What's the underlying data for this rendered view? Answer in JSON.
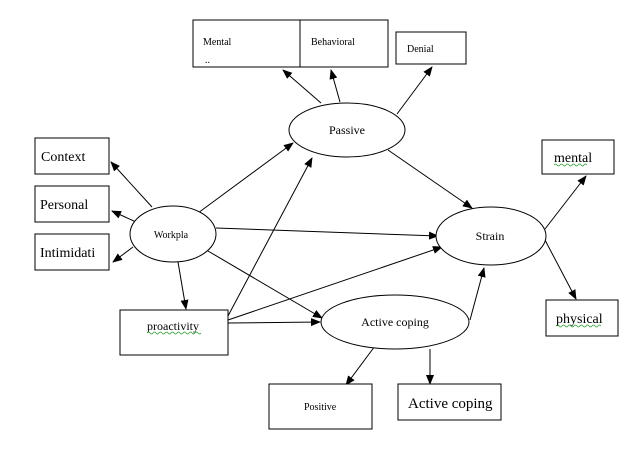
{
  "nodes": {
    "mental_box": {
      "label": "Mental",
      "sub": ".."
    },
    "behavioral_box": {
      "label": "Behavioral"
    },
    "denial_box": {
      "label": "Denial"
    },
    "passive": {
      "label": "Passive"
    },
    "context_box": {
      "label": "Context"
    },
    "personal_box": {
      "label": "Personal"
    },
    "intimidation_box": {
      "label": "Intimidati"
    },
    "workplace": {
      "label": "Workpla"
    },
    "strain": {
      "label": "Strain"
    },
    "mental_outcome_box": {
      "label": "mental"
    },
    "physical_outcome_box": {
      "label": "physical"
    },
    "proactivity_box": {
      "label": "proactivity"
    },
    "active_coping": {
      "label": "Active coping"
    },
    "positive_box": {
      "label": "Positive"
    },
    "active_coping_box": {
      "label": "Active coping"
    }
  },
  "edges": [
    [
      "passive",
      "mental_box"
    ],
    [
      "passive",
      "behavioral_box"
    ],
    [
      "passive",
      "denial_box"
    ],
    [
      "passive",
      "strain"
    ],
    [
      "workplace",
      "context_box"
    ],
    [
      "workplace",
      "personal_box"
    ],
    [
      "workplace",
      "intimidation_box"
    ],
    [
      "workplace",
      "passive"
    ],
    [
      "workplace",
      "strain"
    ],
    [
      "workplace",
      "active_coping"
    ],
    [
      "workplace",
      "proactivity_box"
    ],
    [
      "proactivity_box",
      "passive"
    ],
    [
      "proactivity_box",
      "strain"
    ],
    [
      "proactivity_box",
      "active_coping"
    ],
    [
      "active_coping",
      "strain"
    ],
    [
      "active_coping",
      "positive_box"
    ],
    [
      "active_coping",
      "active_coping_box"
    ],
    [
      "strain",
      "mental_outcome_box"
    ],
    [
      "strain",
      "physical_outcome_box"
    ]
  ]
}
